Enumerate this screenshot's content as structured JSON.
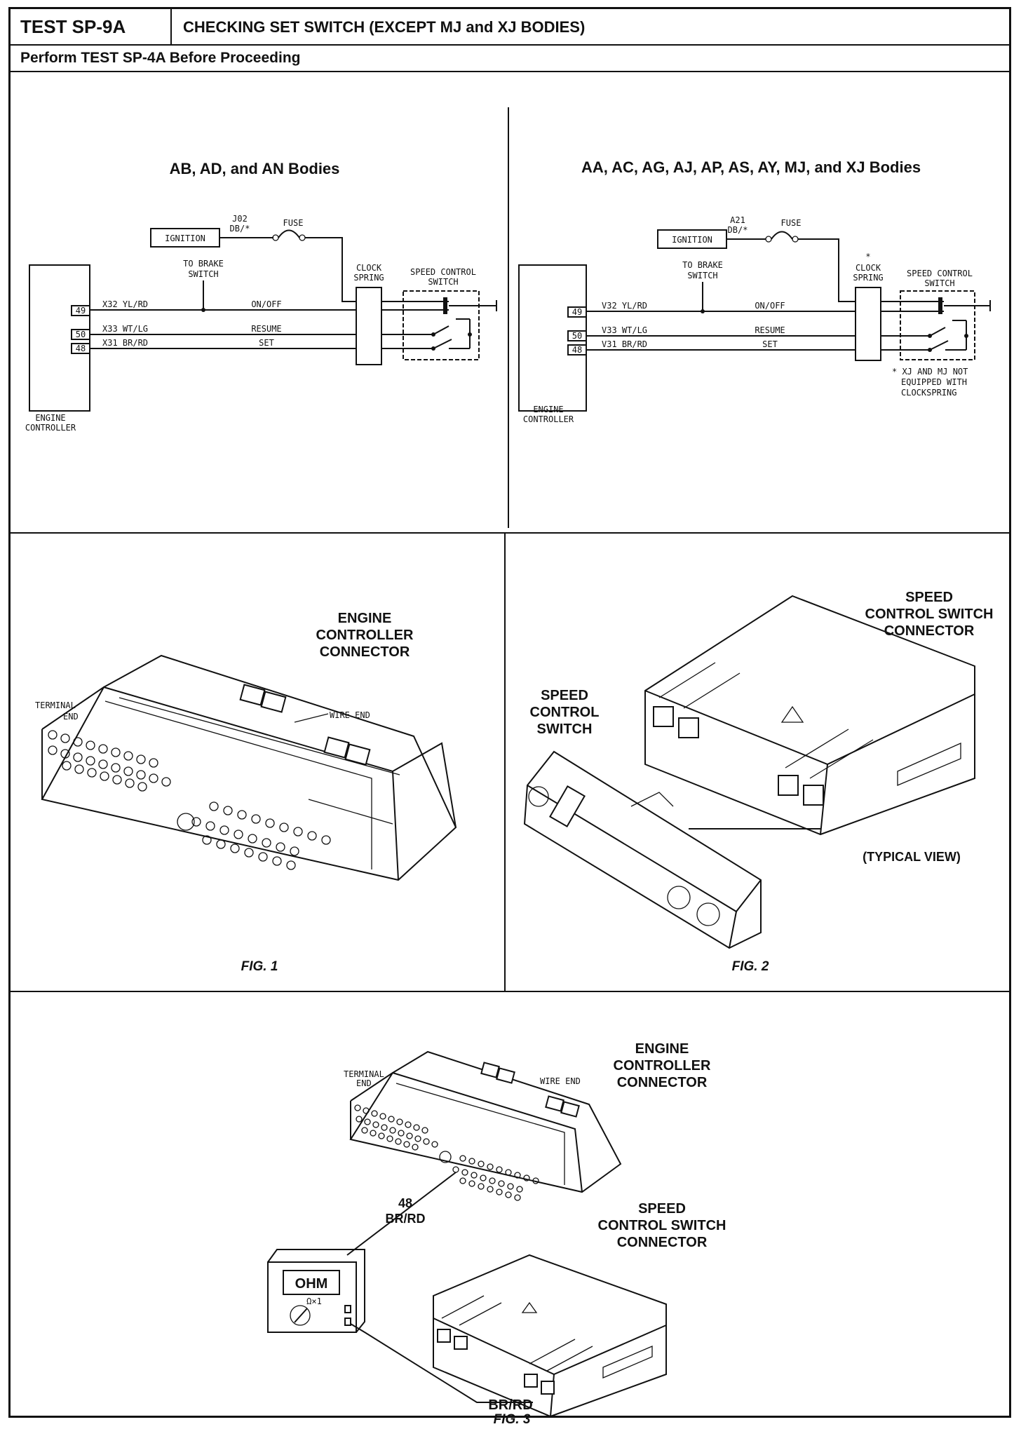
{
  "header": {
    "test_id": "TEST SP-9A",
    "title": "CHECKING SET SWITCH (EXCEPT MJ and XJ BODIES)",
    "perform": "Perform TEST SP-4A Before Proceeding"
  },
  "left_schematic": {
    "heading": "AB, AD, and AN Bodies",
    "ignition": "IGNITION",
    "feed_wire": "J02",
    "feed_color": "DB/*",
    "fuse": "FUSE",
    "to_brake_1": "TO BRAKE",
    "to_brake_2": "SWITCH",
    "clock_1": "CLOCK",
    "clock_2": "SPRING",
    "scs_1": "SPEED CONTROL",
    "scs_2": "SWITCH",
    "pin_49": "49",
    "pin_50": "50",
    "pin_48": "48",
    "wire_49": "X32 YL/RD",
    "wire_50": "X33 WT/LG",
    "wire_48": "X31 BR/RD",
    "func_49": "ON/OFF",
    "func_50": "RESUME",
    "func_48": "SET",
    "ec_1": "ENGINE",
    "ec_2": "CONTROLLER"
  },
  "right_schematic": {
    "heading": "AA, AC, AG, AJ, AP, AS, AY, MJ, and XJ Bodies",
    "ignition": "IGNITION",
    "feed_wire": "A21",
    "feed_color": "DB/*",
    "fuse": "FUSE",
    "to_brake_1": "TO BRAKE",
    "to_brake_2": "SWITCH",
    "clock_star": "*",
    "clock_1": "CLOCK",
    "clock_2": "SPRING",
    "scs_1": "SPEED CONTROL",
    "scs_2": "SWITCH",
    "pin_49": "49",
    "pin_50": "50",
    "pin_48": "48",
    "wire_49": "V32 YL/RD",
    "wire_50": "V33 WT/LG",
    "wire_48": "V31 BR/RD",
    "func_49": "ON/OFF",
    "func_50": "RESUME",
    "func_48": "SET",
    "note_1": "* XJ AND MJ NOT",
    "note_2": "EQUIPPED WITH",
    "note_3": "CLOCKSPRING",
    "ec_1": "ENGINE",
    "ec_2": "CONTROLLER"
  },
  "fig1": {
    "label_1": "ENGINE",
    "label_2": "CONTROLLER",
    "label_3": "CONNECTOR",
    "terminal_1": "TERMINAL",
    "terminal_2": "END",
    "wire_end": "WIRE END",
    "caption": "FIG. 1"
  },
  "fig2": {
    "conn_1": "SPEED",
    "conn_2": "CONTROL SWITCH",
    "conn_3": "CONNECTOR",
    "sw_1": "SPEED",
    "sw_2": "CONTROL",
    "sw_3": "SWITCH",
    "typical": "(TYPICAL VIEW)",
    "caption": "FIG. 2"
  },
  "fig3": {
    "ec_1": "ENGINE",
    "ec_2": "CONTROLLER",
    "ec_3": "CONNECTOR",
    "terminal_1": "TERMINAL",
    "terminal_2": "END",
    "wire_end": "WIRE END",
    "pin": "48",
    "pin_color": "BR/RD",
    "meter": "OHM",
    "range": "Ω×1",
    "scs_1": "SPEED",
    "scs_2": "CONTROL SWITCH",
    "scs_3": "CONNECTOR",
    "lead_color": "BR/RD",
    "caption": "FIG. 3"
  }
}
